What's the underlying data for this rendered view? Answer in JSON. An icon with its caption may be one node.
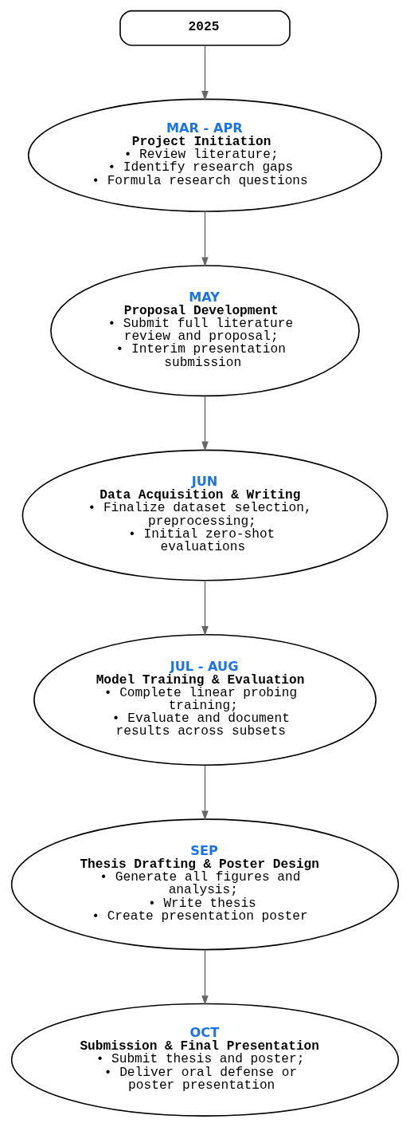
{
  "diagram": {
    "nodes": [
      {
        "text": [
          "2025"
        ]
      },
      {
        "text": [
          "MAR - APR",
          "Project Initiation",
          "• Review literature;",
          "• Identify research gaps",
          "• Formula research questions"
        ]
      },
      {
        "text": [
          "MAY",
          "Proposal Development",
          "• Submit full literature review and proposal;",
          "• Interim presentation submission"
        ]
      },
      {
        "text": [
          "JUN",
          "Data Acquisition & Writing",
          "• Finalize dataset selection, preprocessing;",
          "• Initial zero-shot evaluations"
        ]
      },
      {
        "text": [
          "JUL - AUG",
          "Model Training & Evaluation",
          "• Complete linear probing training;",
          "• Evaluate and document results across subsets"
        ]
      },
      {
        "text": [
          "SEP",
          "Thesis Drafting & Poster Design",
          "• Generate all figures and analysis;",
          "• Write thesis",
          "• Create presentation poster"
        ]
      },
      {
        "text": [
          "OCT",
          "Submission & Final Presentation",
          "• Submit thesis and poster;",
          "• Deliver oral defense or poster presentation"
        ]
      }
    ],
    "edges": [
      {
        "from": 0,
        "to": 1,
        "arrow": "to"
      },
      {
        "from": 1,
        "to": 2,
        "arrow": "to"
      },
      {
        "from": 2,
        "to": 3,
        "arrow": "to"
      },
      {
        "from": 3,
        "to": 4,
        "arrow": "to"
      },
      {
        "from": 4,
        "to": 5,
        "arrow": "to"
      },
      {
        "from": 5,
        "to": 6,
        "arrow": "to"
      }
    ]
  }
}
